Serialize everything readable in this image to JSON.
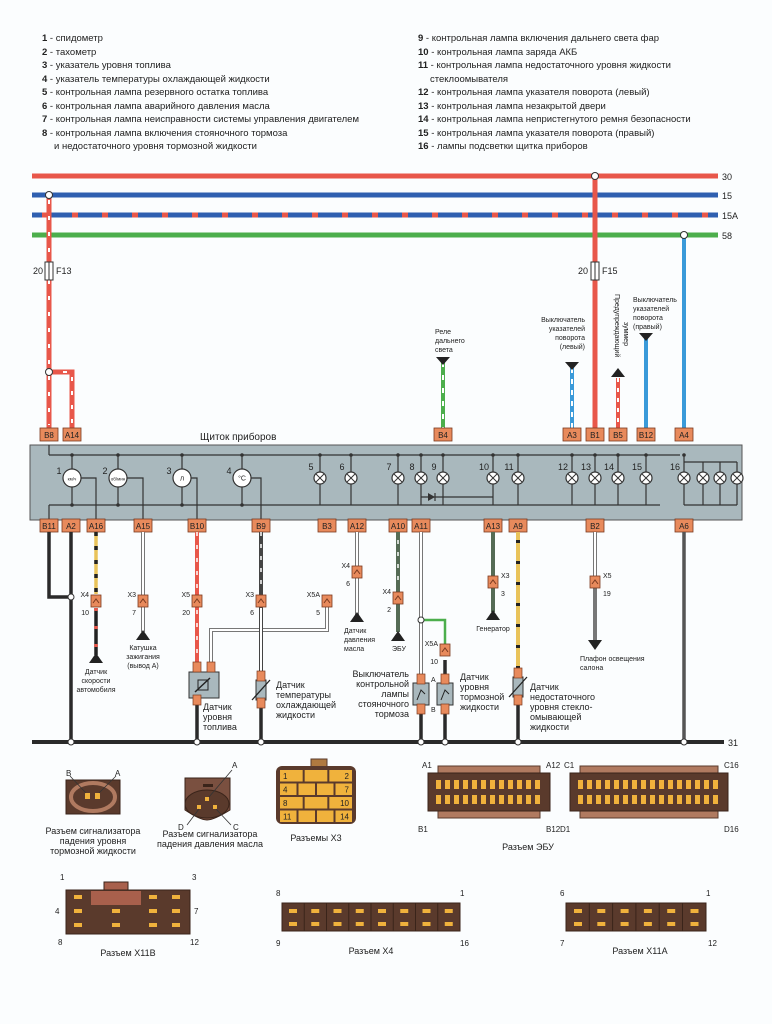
{
  "legend": {
    "left": [
      {
        "num": "1",
        "text": "спидометр"
      },
      {
        "num": "2",
        "text": "тахометр"
      },
      {
        "num": "3",
        "text": "указатель уровня топлива"
      },
      {
        "num": "4",
        "text": "указатель температуры охлаждающей жидкости"
      },
      {
        "num": "5",
        "text": "контрольная лампа резервного остатка топлива"
      },
      {
        "num": "6",
        "text": "контрольная лампа аварийного давления масла"
      },
      {
        "num": "7",
        "text": "контрольная лампа неисправности системы управления двигателем"
      },
      {
        "num": "8",
        "text": "контрольная лампа включения стояночного тормоза",
        "cont": "и недостаточного уровня тормозной жидкости"
      }
    ],
    "right": [
      {
        "num": "9",
        "text": "контрольная лампа включения дальнего света фар"
      },
      {
        "num": "10",
        "text": "контрольная лампа заряда АКБ"
      },
      {
        "num": "11",
        "text": "контрольная лампа недостаточного уровня жидкости",
        "cont": "стеклоомывателя"
      },
      {
        "num": "12",
        "text": "контрольная лампа указателя поворота (левый)"
      },
      {
        "num": "13",
        "text": "контрольная лампа незакрытой двери"
      },
      {
        "num": "14",
        "text": "контрольная лампа непристегнутого ремня безопасности"
      },
      {
        "num": "15",
        "text": "контрольная лампа указателя поворота (правый)"
      },
      {
        "num": "16",
        "text": "лампы подсветки щитка приборов"
      }
    ]
  },
  "buses": [
    {
      "label": "30",
      "color": "#e8574a",
      "style": "solid"
    },
    {
      "label": "15",
      "color": "#2f5fb0",
      "style": "solid"
    },
    {
      "label": "15A",
      "color": "#2f5fb0",
      "stripe": "#e8574a",
      "style": "striped"
    },
    {
      "label": "58",
      "color": "#4cae4c",
      "style": "solid"
    },
    {
      "label": "31",
      "color": "#2a2a2a",
      "style": "solid"
    }
  ],
  "fuses": [
    {
      "rating": "20",
      "name": "F13"
    },
    {
      "rating": "20",
      "name": "F15"
    }
  ],
  "panel": {
    "title": "Щиток приборов",
    "top_pins": [
      "B8",
      "A14",
      "B4",
      "A3",
      "B1",
      "B5",
      "B12",
      "A4"
    ],
    "bottom_pins": [
      "B11",
      "A2",
      "A16",
      "A15",
      "B10",
      "B9",
      "B3",
      "A12",
      "A10",
      "A11",
      "A13",
      "A9",
      "B2",
      "A6"
    ],
    "gauges": [
      {
        "num": "1",
        "glyph": "км/ч"
      },
      {
        "num": "2",
        "glyph": "об/мин"
      },
      {
        "num": "3",
        "glyph": "л"
      },
      {
        "num": "4",
        "glyph": "°C"
      }
    ],
    "lamps": [
      "5",
      "6",
      "7",
      "8",
      "9",
      "10",
      "11",
      "12",
      "13",
      "14",
      "15",
      "16"
    ]
  },
  "top_sources": {
    "high_beam_relay": "Реле дальнего света",
    "turn_switch_left": "Выключатель указателей поворота (левый)",
    "buzzer": "Предупреждающий зуммер",
    "turn_switch_right": "Выключатель указателей поворота (правый)"
  },
  "connectors": {
    "x4_10": {
      "name": "X4",
      "pin": "10"
    },
    "x3_7": {
      "name": "X3",
      "pin": "7"
    },
    "x5_20": {
      "name": "X5",
      "pin": "20"
    },
    "x3_6": {
      "name": "X3",
      "pin": "6"
    },
    "x5a_5": {
      "name": "X5A",
      "pin": "5"
    },
    "x4_6": {
      "name": "X4",
      "pin": "6"
    },
    "x4_2": {
      "name": "X4",
      "pin": "2"
    },
    "x5a_10": {
      "name": "X5A",
      "pin": "10"
    },
    "x3_3": {
      "name": "X3",
      "pin": "3"
    },
    "x5_19": {
      "name": "X5",
      "pin": "19"
    }
  },
  "devices": {
    "speed_sensor": "Датчик скорости автомобиля",
    "ignition_coil": "Катушка зажигания (вывод А)",
    "fuel_sensor": "Датчик уровня топлива",
    "coolant_sensor": "Датчик температуры охлаждающей жидкости",
    "oil_sensor": "Датчик давления масла",
    "ecu": "ЭБУ",
    "parking_brake_switch": "Выключатель контрольной лампы стояночного тормоза",
    "brake_fluid_sensor": "Датчик уровня тормозной жидкости",
    "generator": "Генератор",
    "washer_sensor": "Датчик недостаточного уровня стекло-омывающей жидкости",
    "cabin_light": "Плафон освещения салона",
    "switch_pin_a": "A",
    "switch_pin_b": "B"
  },
  "connector_views": {
    "brake_fluid": {
      "caption": "Разъем сигнализатора падения уровня тормозной жидкости",
      "pins": [
        "B",
        "A"
      ]
    },
    "oil_pressure": {
      "caption": "Разъем сигнализатора падения давления масла",
      "pins": [
        "A",
        "D",
        "C"
      ]
    },
    "x3": {
      "caption": "Разъемы X3",
      "pins": [
        "1",
        "2",
        "4",
        "7",
        "8",
        "10",
        "11",
        "14"
      ]
    },
    "ecu": {
      "caption": "Разъем ЭБУ",
      "pins_a": [
        "A1",
        "A12",
        "B1",
        "B12"
      ],
      "pins_b": [
        "C1",
        "C16",
        "D1",
        "D16"
      ]
    },
    "x11b": {
      "caption": "Разъем X11B",
      "pins": [
        "1",
        "3",
        "4",
        "7",
        "8",
        "12"
      ]
    },
    "x4": {
      "caption": "Разъем X4",
      "pins": [
        "8",
        "1",
        "9",
        "16"
      ]
    },
    "x11a": {
      "caption": "Разъем X11A",
      "pins": [
        "6",
        "1",
        "7",
        "12"
      ]
    }
  },
  "colors": {
    "red": "#e8574a",
    "blue": "#2f5fb0",
    "light_blue": "#3a9ad9",
    "green": "#4cae4c",
    "panel": "#a9b8bd",
    "pin_fill": "#e88a5c",
    "connector_brown": "#5a3a2c",
    "connector_yellow": "#f0b23c"
  }
}
